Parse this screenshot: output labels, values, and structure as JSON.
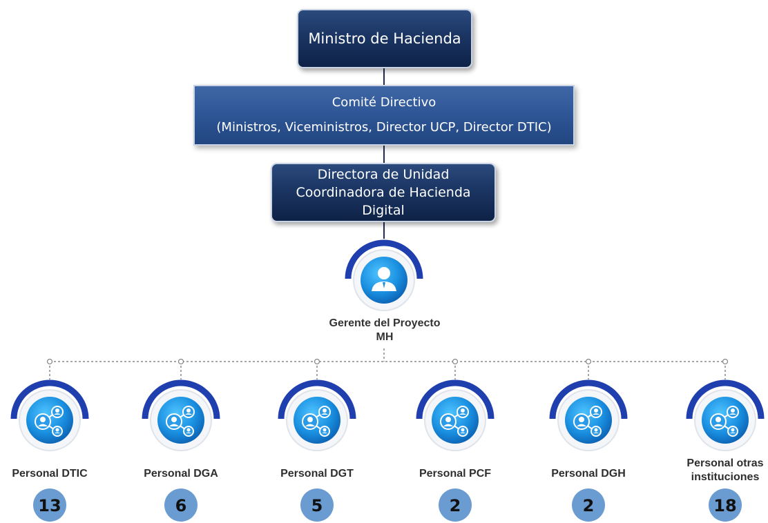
{
  "minister": {
    "label": "Ministro de Hacienda"
  },
  "committee": {
    "title": "Comité Directivo",
    "members": "(Ministros, Viceministros, Director UCP, Director DTIC)"
  },
  "director": {
    "label": "Directora de Unidad Coordinadora de Hacienda Digital"
  },
  "manager": {
    "line1": "Gerente del Proyecto",
    "line2": "MH"
  },
  "departments": [
    {
      "label": "Personal DTIC",
      "count": "13"
    },
    {
      "label": "Personal DGA",
      "count": "6"
    },
    {
      "label": "Personal DGT",
      "count": "5"
    },
    {
      "label": "Personal PCF",
      "count": "2"
    },
    {
      "label": "Personal DGH",
      "count": "2"
    },
    {
      "label": "Personal otras instituciones",
      "count": "18"
    }
  ],
  "colors": {
    "dark_navy": "#1b3563",
    "mid_blue": "#2e5595",
    "accent_blue": "#1f5fbf",
    "count_badge": "#6a9bd1"
  },
  "icons": {
    "manager": "person-icon",
    "department": "people-network-icon"
  }
}
